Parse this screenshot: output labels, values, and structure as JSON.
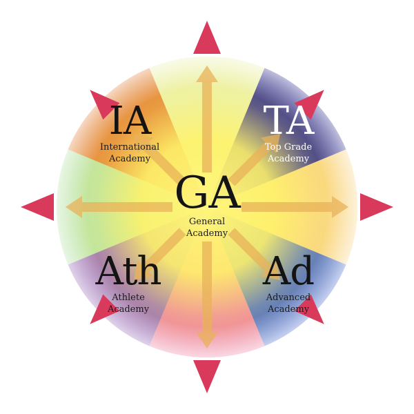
{
  "colors": {
    "arrowhead": "#d93a5c",
    "inner_arrow": "#e8b25a",
    "center_glow": "#fff47a",
    "ia_sector": "#e0782a",
    "ta_sector": "#2c2a8e",
    "ad_sector": "#3b5fc4",
    "ath_sector": "#8c5ab0",
    "bottom_sector": "#e8608a",
    "left_sector": "#9ed88a",
    "top_sector": "#e6ee9a",
    "right_sector": "#f7c45a"
  },
  "center": {
    "abbr": "GA",
    "line1": "General",
    "line2": "Academy"
  },
  "top_left": {
    "abbr": "IA",
    "line1": "International",
    "line2": "Academy"
  },
  "top_right": {
    "abbr": "TA",
    "line1": "Top Grade",
    "line2": "Academy"
  },
  "bottom_left": {
    "abbr": "Ath",
    "line1": "Athlete",
    "line2": "Academy"
  },
  "bottom_right": {
    "abbr": "Ad",
    "line1": "Advanced",
    "line2": "Academy"
  }
}
